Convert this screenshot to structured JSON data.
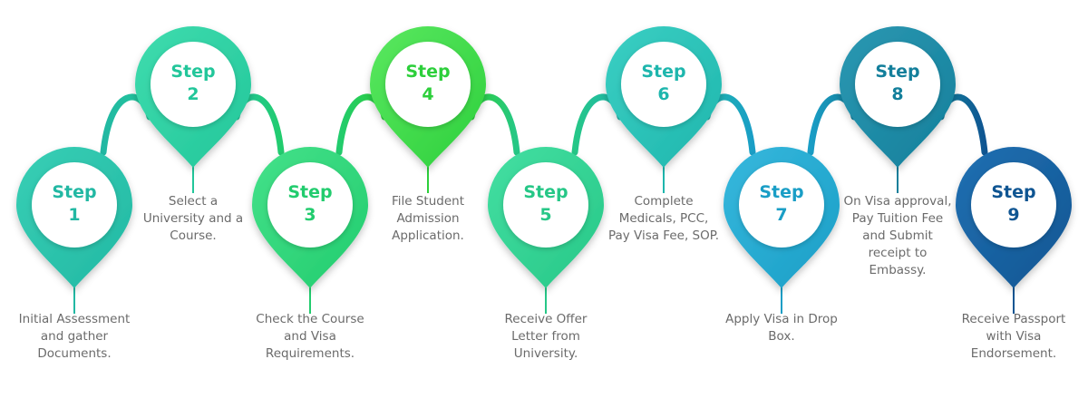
{
  "steps": [
    {
      "word": "Step",
      "number": "1",
      "description": "Initial Assessment and gather Documents.",
      "color": "#22b8a3",
      "color_light": "#38cfb5"
    },
    {
      "word": "Step",
      "number": "2",
      "description": "Select a University and a Course.",
      "color": "#22c69a",
      "color_light": "#3fdcae"
    },
    {
      "word": "Step",
      "number": "3",
      "description": "Check the Course and Visa Requirements.",
      "color": "#22cc6e",
      "color_light": "#44e18a"
    },
    {
      "word": "Step",
      "number": "4",
      "description": "File Student Admission Application.",
      "color": "#2dcf3b",
      "color_light": "#5ae860"
    },
    {
      "word": "Step",
      "number": "5",
      "description": "Receive Offer Letter from University.",
      "color": "#26c787",
      "color_light": "#44dfa2"
    },
    {
      "word": "Step",
      "number": "6",
      "description": "Complete Medicals, PCC, Pay Visa Fee, SOP.",
      "color": "#1eb6ad",
      "color_light": "#3bcfc3"
    },
    {
      "word": "Step",
      "number": "7",
      "description": "Apply Visa in Drop Box.",
      "color": "#1a9ec6",
      "color_light": "#36b8dd"
    },
    {
      "word": "Step",
      "number": "8",
      "description": "On Visa approval, Pay Tuition Fee and Submit receipt to Embassy.",
      "color": "#137f9b",
      "color_light": "#2c98b2"
    },
    {
      "word": "Step",
      "number": "9",
      "description": "Receive Passport with Visa Endorsement.",
      "color": "#0f5592",
      "color_light": "#2270b2"
    }
  ]
}
